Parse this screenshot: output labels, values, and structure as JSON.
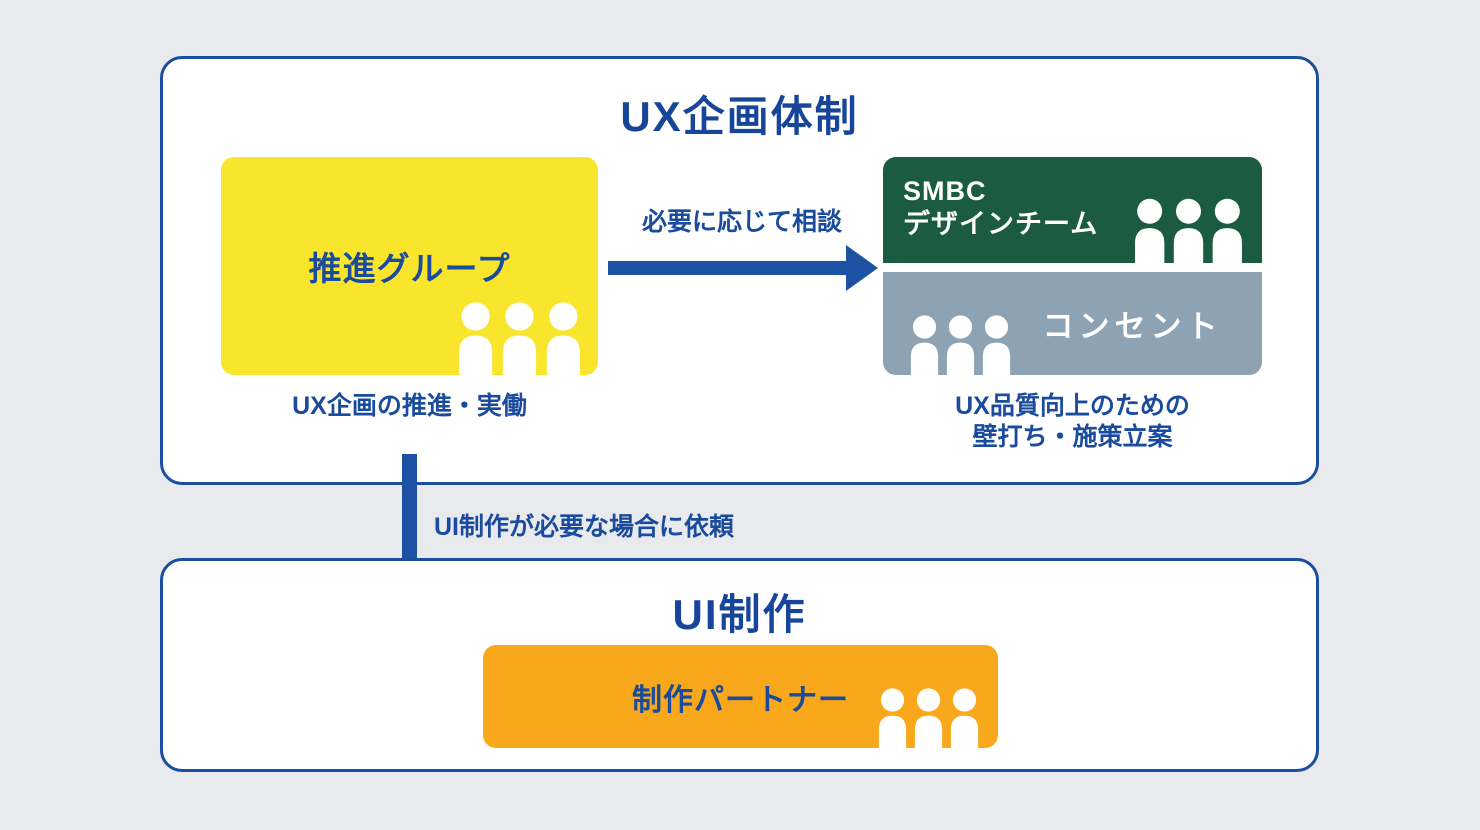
{
  "colors": {
    "background": "#e8eaee",
    "panel_background": "#ffffff",
    "panel_border_blue": "#1b4e9f",
    "text_blue": "#1a4b9c",
    "arrow_blue": "#1c51a3",
    "promo_yellow": "#f9e52b",
    "smbc_green": "#1a5b41",
    "concent_gray_blue": "#8da3b4",
    "partner_orange": "#f9a71b",
    "people_icon_white": "#ffffff"
  },
  "icons": {
    "people_group": "three-person-group"
  },
  "top_panel": {
    "title": "UX企画体制",
    "promo_group": {
      "label": "推進グループ",
      "caption": "UX企画の推進・実働"
    },
    "consult_arrow_label": "必要に応じて相談",
    "smbc_design_team": {
      "label_line1": "SMBC",
      "label_line2": "デザインチーム"
    },
    "concent": {
      "label": "コンセント"
    },
    "right_caption_line1": "UX品質向上のための",
    "right_caption_line2": "壁打ち・施策立案"
  },
  "request_arrow_label": "UI制作が必要な場合に依頼",
  "bottom_panel": {
    "title": "UI制作",
    "production_partner": {
      "label": "制作パートナー"
    }
  }
}
